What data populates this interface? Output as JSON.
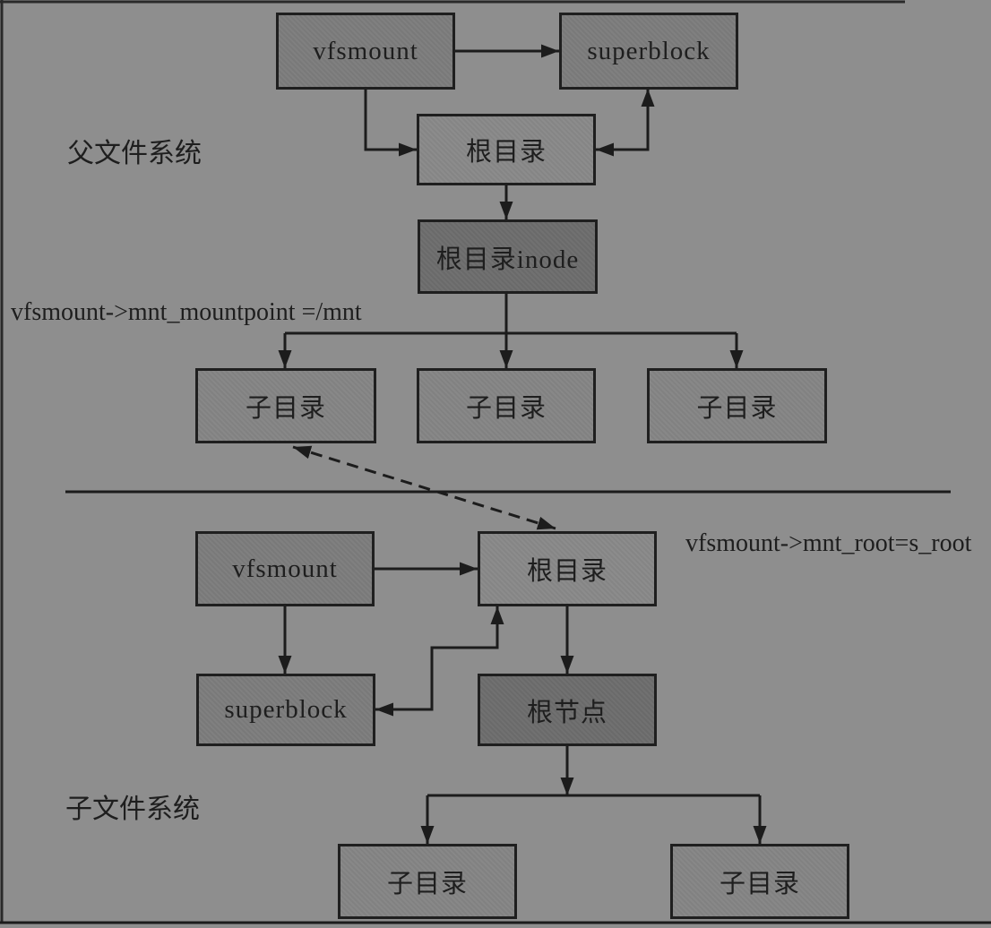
{
  "diagram": {
    "parent_section": {
      "label": "父文件系统",
      "annotation": "vfsmount->mnt_mountpoint =/mnt",
      "nodes": {
        "vfsmount": "vfsmount",
        "superblock": "superblock",
        "root_dir": "根目录",
        "root_inode": "根目录inode",
        "subdir1": "子目录",
        "subdir2": "子目录",
        "subdir3": "子目录"
      }
    },
    "child_section": {
      "label": "子文件系统",
      "annotation": "vfsmount->mnt_root=s_root",
      "nodes": {
        "vfsmount": "vfsmount",
        "root_dir": "根目录",
        "superblock": "superblock",
        "root_node": "根节点",
        "subdir1": "子目录",
        "subdir2": "子目录"
      }
    },
    "colors": {
      "background": "#8e8e8e",
      "line": "#1c1c1c",
      "box_fill_light": "#8a8a8a",
      "box_fill_medium": "#7d7d7d",
      "box_fill_dark": "#6e6e6e",
      "box_fill_sub": "#868686"
    }
  }
}
